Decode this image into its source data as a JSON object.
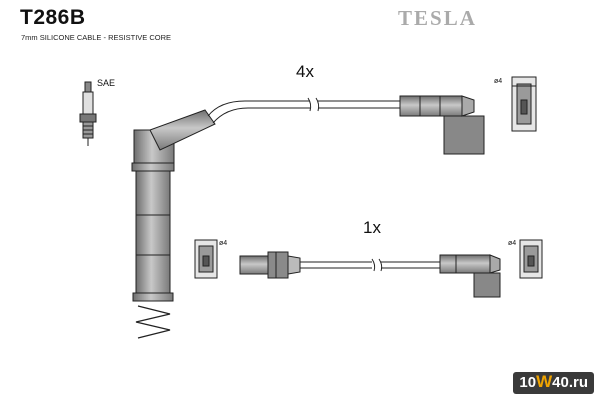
{
  "header": {
    "product_code": "T286B",
    "subtitle": "7mm SILICONE CABLE - RESISTIVE CORE",
    "brand": "TESLA"
  },
  "labels": {
    "spark_plug": "SAE",
    "upper_quantity": "4x",
    "lower_quantity": "1x",
    "terminal_diameter_upper_right": "ø4",
    "terminal_diameter_lower_left": "ø4",
    "terminal_diameter_lower_right": "ø4"
  },
  "watermark": {
    "part_a": "10",
    "part_b": "W",
    "part_c": "40.ru"
  },
  "colors": {
    "line": "#222222",
    "fill_dark": "#8a8a8a",
    "fill_light": "#d6d6d6",
    "brand": "#aaaaaa",
    "watermark_bg": "#3a3a3a",
    "watermark_accent": "#f0a400"
  }
}
